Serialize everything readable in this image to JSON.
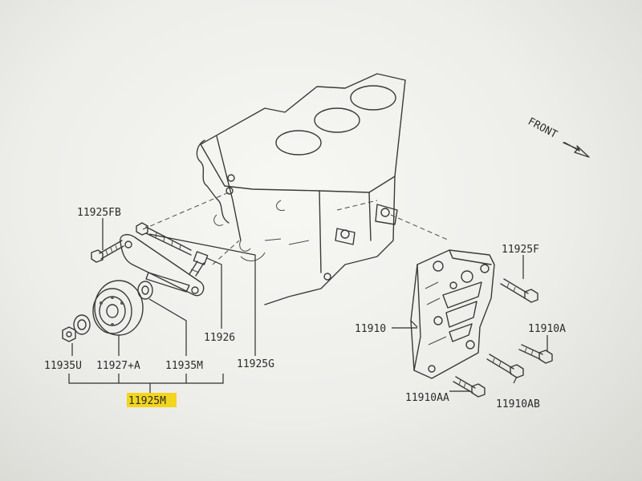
{
  "labels": {
    "p11925FB": "11925FB",
    "p11925F": "11925F",
    "p11926": "11926",
    "p11925G": "11925G",
    "p11935U": "11935U",
    "p11927A": "11927+A",
    "p11935M": "11935M",
    "p11925M": "11925M",
    "p11910": "11910",
    "p11910A": "11910A",
    "p11910AA": "11910AA",
    "p11910AB": "11910AB",
    "front": "FRONT"
  },
  "colors": {
    "highlight": "#f2d51c",
    "line": "#3a3a3a"
  }
}
